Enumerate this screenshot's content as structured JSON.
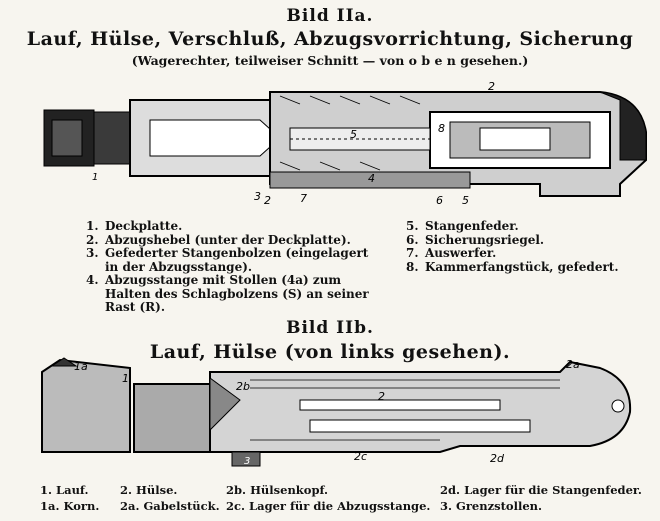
{
  "figure_a": {
    "title": "Bild IIa.",
    "subtitle": "Lauf, Hülse, Verschluß, Abzugsvorrichtung, Sicherung",
    "note": "(Wagerechter, teilweiser Schnitt — von o b e n gesehen.)",
    "callouts": [
      "1",
      "2",
      "3",
      "4",
      "5",
      "6",
      "7",
      "8"
    ],
    "legend_left": [
      {
        "num": "1.",
        "text": "Deckplatte."
      },
      {
        "num": "2.",
        "text": "Abzugshebel (unter der Deckplatte)."
      },
      {
        "num": "3.",
        "text": "Gefederter Stangenbolzen (eingelagert\nin der Abzugsstange)."
      },
      {
        "num": "4.",
        "text": "Abzugsstange mit Stollen (4a) zum\nHalten des Schlagbolzens (S) an seiner\nRast (R)."
      }
    ],
    "legend_right": [
      {
        "num": "5.",
        "text": "Stangenfeder."
      },
      {
        "num": "6.",
        "text": "Sicherungsriegel."
      },
      {
        "num": "7.",
        "text": "Auswerfer."
      },
      {
        "num": "8.",
        "text": "Kammerfangstück, gefedert."
      }
    ]
  },
  "figure_b": {
    "title": "Bild IIb.",
    "subtitle": "Lauf, Hülse (von links gesehen).",
    "callouts": [
      "1a",
      "1",
      "2b",
      "2",
      "2a",
      "2c",
      "2d",
      "3"
    ],
    "legend": [
      {
        "key": "1.",
        "text": "Lauf."
      },
      {
        "key": "2.",
        "text": "Hülse."
      },
      {
        "key": "2b.",
        "text": "Hülsenkopf."
      },
      {
        "key": "2d.",
        "text": "Lager für die Stangenfeder."
      },
      {
        "key": "1a.",
        "text": "Korn."
      },
      {
        "key": "2a.",
        "text": "Gabelstück."
      },
      {
        "key": "2c.",
        "text": "Lager für die Abzugsstange."
      },
      {
        "key": "3.",
        "text": "Grenzstollen."
      }
    ]
  }
}
